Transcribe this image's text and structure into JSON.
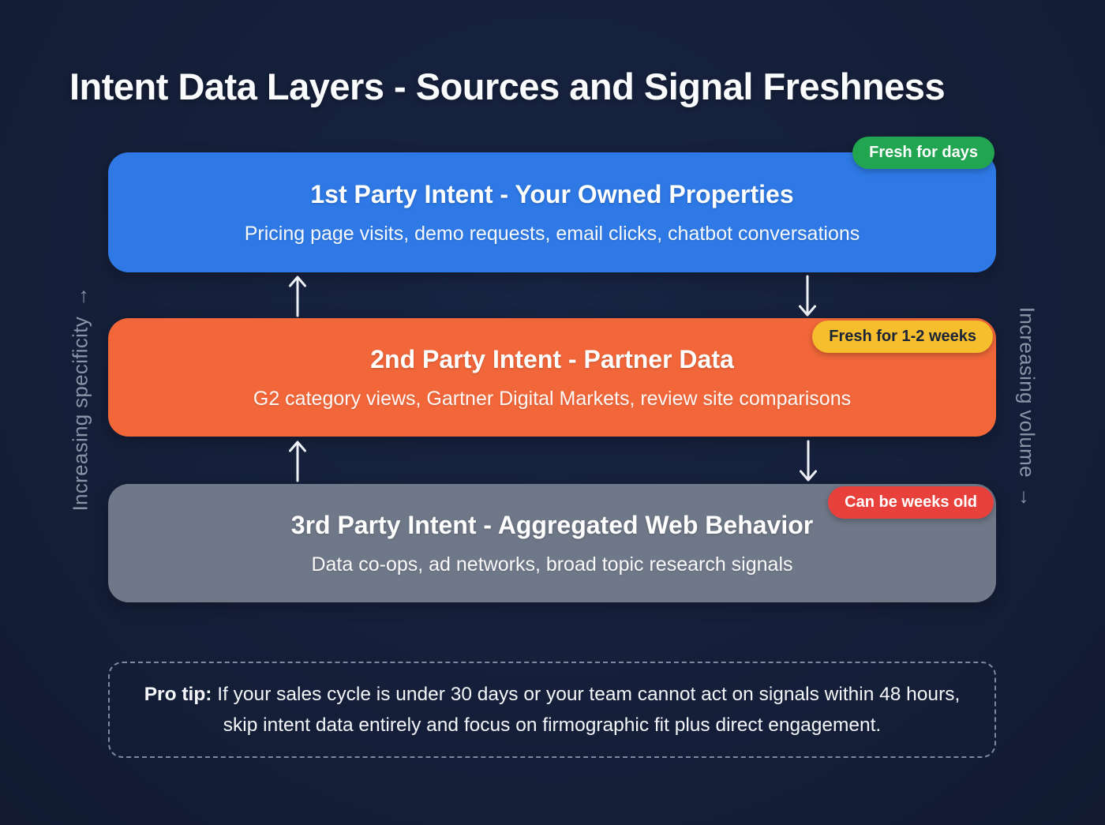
{
  "title": "Intent Data Layers - Sources and Signal Freshness",
  "colors": {
    "background": "#151f39",
    "title_text": "#fafbfd",
    "axis_label": "#8b94a6",
    "arrow": "#eef1f6",
    "pro_tip_border": "#7d89a0"
  },
  "axes": {
    "left_label": "Increasing specificity",
    "right_label": "Increasing volume",
    "arrow_glyph": "→"
  },
  "layers": [
    {
      "title": "1st Party Intent - Your Owned Properties",
      "subtitle": "Pricing page visits, demo requests, email clicks, chatbot conversations",
      "badge": "Fresh for days",
      "color": "#2e79e5",
      "badge_color": "#22a551",
      "badge_text_color": "#ffffff"
    },
    {
      "title": "2nd Party Intent - Partner Data",
      "subtitle": "G2 category views, Gartner Digital Markets, review site comparisons",
      "badge": "Fresh for 1-2 weeks",
      "color": "#f2673a",
      "badge_color": "#f6bd2d",
      "badge_text_color": "#1a2337"
    },
    {
      "title": "3rd Party Intent - Aggregated Web Behavior",
      "subtitle": "Data co-ops, ad networks, broad topic research signals",
      "badge": "Can be weeks old",
      "color": "#6f7888",
      "badge_color": "#e8413c",
      "badge_text_color": "#ffffff"
    }
  ],
  "pro_tip": {
    "label": "Pro tip:",
    "text": "If your sales cycle is under 30 days or your team cannot act on signals within 48 hours, skip intent data entirely and focus on firmographic fit plus direct engagement."
  }
}
